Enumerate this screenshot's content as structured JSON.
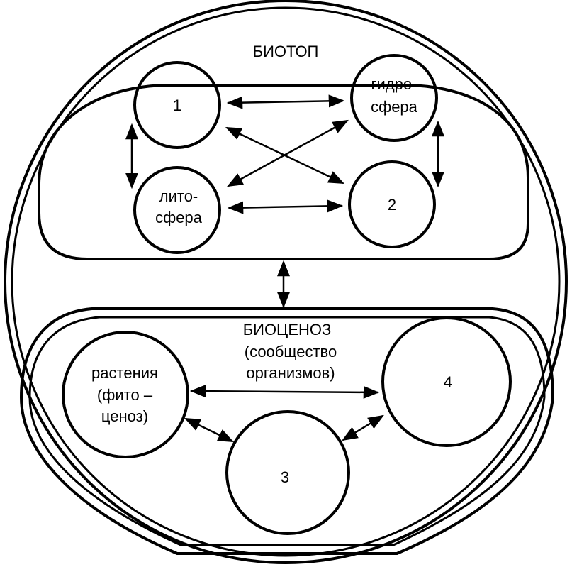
{
  "biotope": {
    "title": "БИОТОП",
    "node_1": "1",
    "node_2": "2",
    "hydrosphere": [
      "гидро-",
      "сфера"
    ],
    "lithosphere": [
      "лито-",
      "сфера"
    ]
  },
  "biocenosis": {
    "title": "БИОЦЕНОЗ",
    "subtitle": [
      "(сообщество",
      "организмов)"
    ],
    "plants": [
      "растения",
      "(фито –",
      "ценоз)"
    ],
    "node_3": "3",
    "node_4": "4"
  }
}
